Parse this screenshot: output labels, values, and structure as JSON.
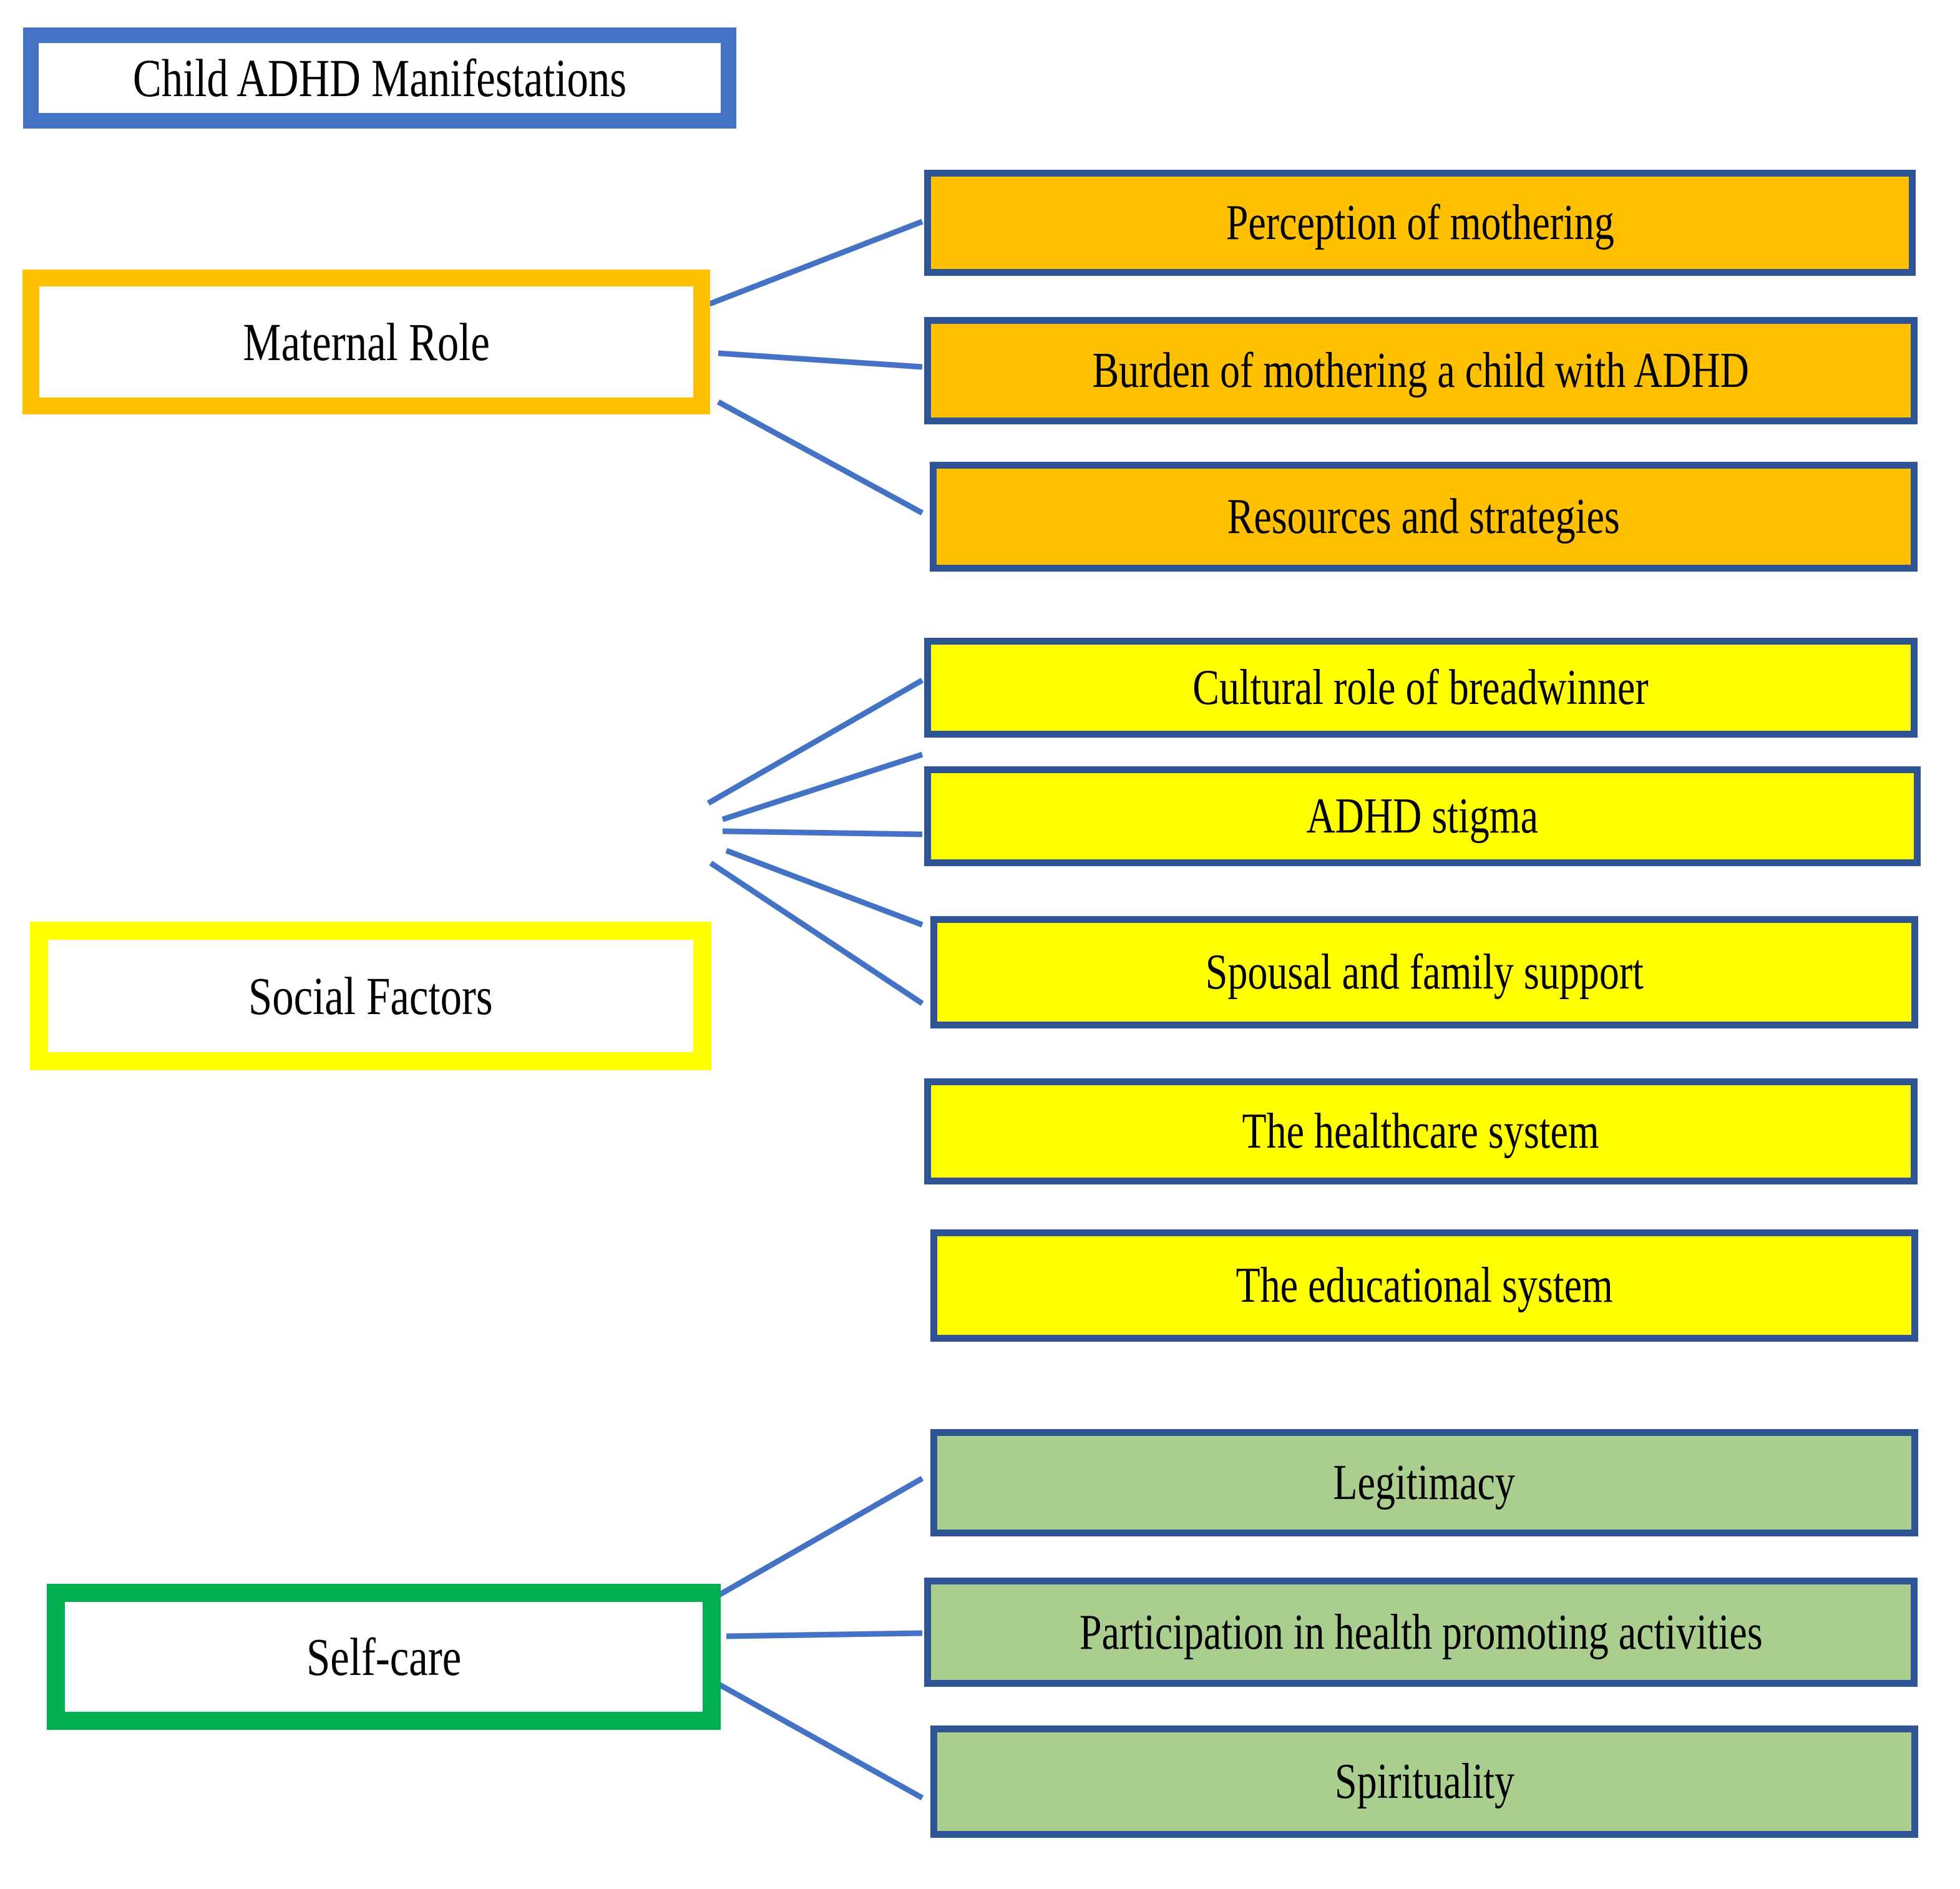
{
  "diagram": {
    "title": "Child ADHD Manifestations",
    "colors": {
      "root_border": "#4472C4",
      "maternal_border": "#FFC000",
      "social_border": "#FFFF00",
      "selfcare_border": "#00B050",
      "sub_border": "#2F5496",
      "orange_fill": "#FFC000",
      "yellow_fill": "#FFFF00",
      "green_fill": "#A9CE8E",
      "connector": "#4472C4",
      "text": "#000000",
      "background": "#FFFFFF"
    },
    "root": {
      "label": "Child ADHD Manifestations"
    },
    "themes": [
      {
        "id": "maternal-role",
        "label": "Maternal Role",
        "subthemes": [
          {
            "id": "perception-of-mothering",
            "label": "Perception of mothering"
          },
          {
            "id": "burden-of-mothering",
            "label": "Burden of mothering a child with ADHD"
          },
          {
            "id": "resources-and-strategies",
            "label": "Resources and strategies"
          }
        ]
      },
      {
        "id": "social-factors",
        "label": "Social Factors",
        "subthemes": [
          {
            "id": "cultural-role-of-breadwinner",
            "label": "Cultural role of breadwinner"
          },
          {
            "id": "adhd-stigma",
            "label": "ADHD stigma"
          },
          {
            "id": "spousal-and-family-support",
            "label": "Spousal and family support"
          },
          {
            "id": "the-healthcare-system",
            "label": "The healthcare system"
          },
          {
            "id": "the-educational-system",
            "label": "The educational system"
          }
        ]
      },
      {
        "id": "self-care",
        "label": "Self-care",
        "subthemes": [
          {
            "id": "legitimacy",
            "label": "Legitimacy"
          },
          {
            "id": "participation-in-health-promoting-activities",
            "label": "Participation in health promoting activities"
          },
          {
            "id": "spirituality",
            "label": "Spirituality"
          }
        ]
      }
    ]
  }
}
